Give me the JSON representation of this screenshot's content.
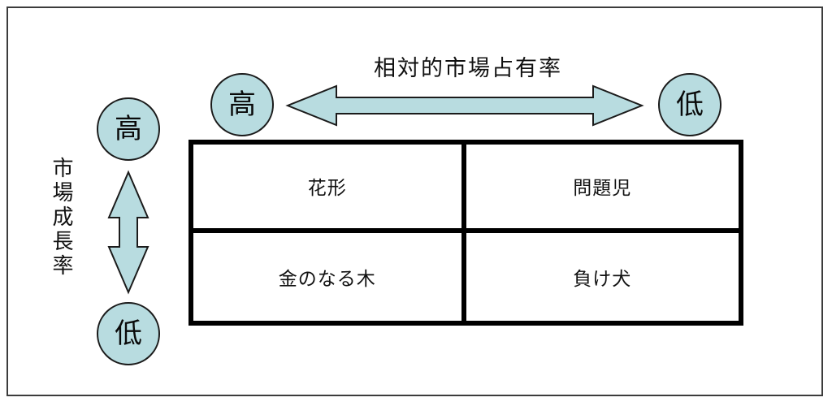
{
  "diagram": {
    "title_internal": "BCG Matrix / PPM",
    "x_axis": {
      "caption": "相対的市場占有率",
      "high_label": "高",
      "low_label": "低",
      "arrow_icon": "double-headed-horizontal-arrow"
    },
    "y_axis": {
      "caption": "市場成長率",
      "high_label": "高",
      "low_label": "低",
      "arrow_icon": "double-headed-vertical-arrow"
    },
    "cells": [
      {
        "id": "star",
        "label": "花形",
        "row": "top",
        "col": "left"
      },
      {
        "id": "question-mark",
        "label": "問題児",
        "row": "top",
        "col": "right"
      },
      {
        "id": "cash-cow",
        "label": "金のなる木",
        "row": "bottom",
        "col": "left"
      },
      {
        "id": "dog",
        "label": "負け犬",
        "row": "bottom",
        "col": "right"
      }
    ]
  },
  "colors": {
    "accent_fill": "#b8dce0",
    "accent_stroke": "#1b1b1b",
    "matrix_border": "#000000",
    "outer_frame": "#3c3c3c",
    "text": "#111111",
    "background": "#ffffff"
  }
}
